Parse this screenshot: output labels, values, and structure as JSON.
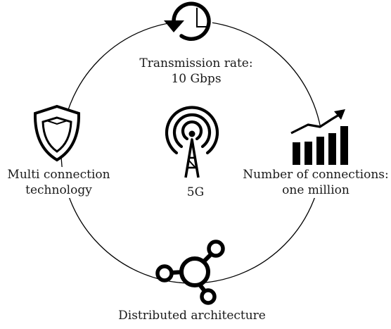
{
  "diagram": {
    "nodes": [
      {
        "id": "top",
        "icon": "clock-history-icon",
        "lines": [
          "Transmission rate:",
          "10 Gbps"
        ]
      },
      {
        "id": "right",
        "icon": "growth-chart-icon",
        "lines": [
          "Number of connections:",
          "one million"
        ]
      },
      {
        "id": "bottom",
        "icon": "network-hub-icon",
        "lines": [
          "Distributed architecture"
        ]
      },
      {
        "id": "left",
        "icon": "shield-icon",
        "lines": [
          "Multi connection",
          "technology"
        ]
      }
    ],
    "center": {
      "icon": "antenna-tower-icon",
      "label": "5G"
    },
    "colors": {
      "stroke": "#000000",
      "text": "#1a1a1a",
      "background": "#ffffff"
    }
  }
}
